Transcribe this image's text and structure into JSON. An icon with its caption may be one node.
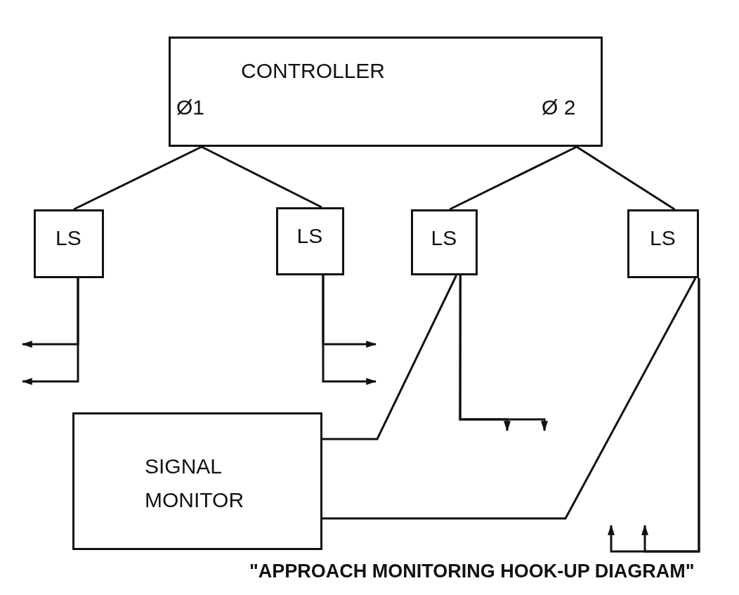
{
  "diagram": {
    "caption": "\"APPROACH MONITORING HOOK-UP DIAGRAM\"",
    "nodes": [
      {
        "text": [
          "CONTROLLER",
          "Ø1",
          "Ø 2"
        ]
      },
      {
        "text": [
          "LS"
        ]
      },
      {
        "text": [
          "LS"
        ]
      },
      {
        "text": [
          "LS"
        ]
      },
      {
        "text": [
          "LS"
        ]
      },
      {
        "text": [
          "SIGNAL MONITOR"
        ]
      }
    ],
    "edges": [
      {
        "from": 0,
        "to": 1,
        "arrow": "none"
      },
      {
        "from": 0,
        "to": 2,
        "arrow": "none"
      },
      {
        "from": 0,
        "to": 3,
        "arrow": "none"
      },
      {
        "from": 0,
        "to": 4,
        "arrow": "none"
      },
      {
        "from": 1,
        "to": null,
        "arrow": "to"
      },
      {
        "from": 1,
        "to": null,
        "arrow": "to"
      },
      {
        "from": 2,
        "to": null,
        "arrow": "to"
      },
      {
        "from": 2,
        "to": null,
        "arrow": "to"
      },
      {
        "from": 3,
        "to": null,
        "arrow": "to"
      },
      {
        "from": 3,
        "to": null,
        "arrow": "to"
      },
      {
        "from": 3,
        "to": 5,
        "arrow": "none"
      },
      {
        "from": 4,
        "to": 5,
        "arrow": "none"
      },
      {
        "from": 4,
        "to": null,
        "arrow": "to"
      },
      {
        "from": 4,
        "to": null,
        "arrow": "to"
      }
    ]
  }
}
